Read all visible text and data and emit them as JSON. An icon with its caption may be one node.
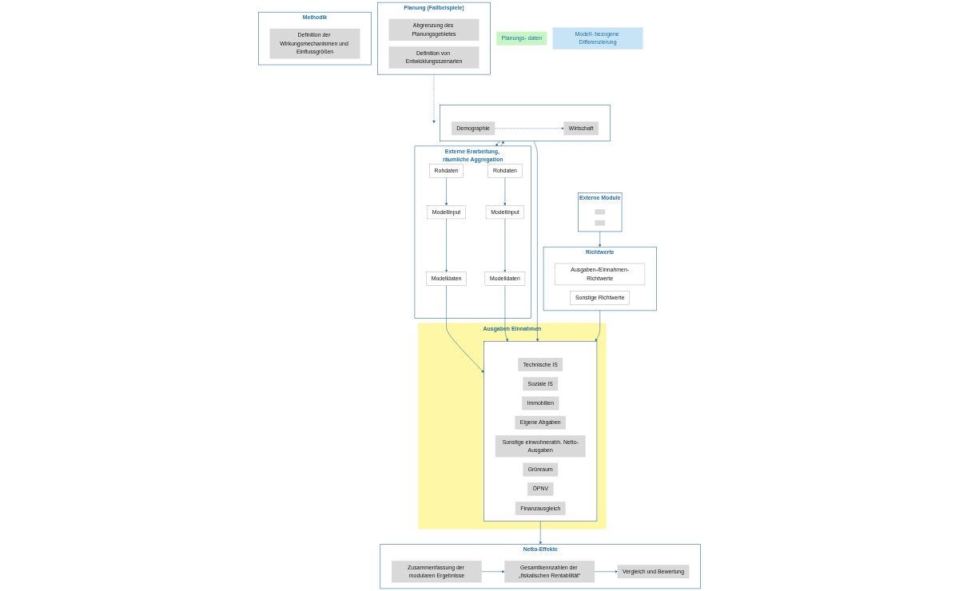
{
  "diagram": {
    "nodes": [
      {
        "text": [
          "Planung (Fallbeispiele)"
        ]
      },
      {
        "text": [
          "Abgrenzung des Planungsgebietes"
        ],
        "in": 0
      },
      {
        "text": [
          "Definition von Entwicklungsszenarien"
        ],
        "in": 0
      },
      {
        "text": [
          "Methodik"
        ]
      },
      {
        "text": [
          "Definition der Wirkungsmechanismen und Einflussgrößen"
        ],
        "in": 3
      },
      {
        "text": [
          "Externe Erarbeitung, räumliche Aggregation"
        ]
      },
      {
        "text": [
          "Rohdaten"
        ],
        "in": 5
      },
      {
        "text": [
          "Rohdaten"
        ],
        "in": 5
      },
      {
        "text": [
          "Planungs- daten"
        ]
      },
      {
        "text": [
          "Modellinput"
        ],
        "in": 5
      },
      {
        "text": [
          "Modellinput"
        ],
        "in": 5
      },
      {
        "text": [
          "Modell- bezogene Differenzierung"
        ]
      },
      {
        "text": [
          "Modelldaten"
        ],
        "in": 5
      },
      {
        "text": [
          "Modelldaten"
        ],
        "in": 5
      },
      {
        "text": [
          "Externe Module"
        ]
      },
      {
        "text": [],
        "shape": "box",
        "in": 14
      },
      {
        "text": [],
        "shape": "box",
        "in": 14
      },
      {
        "text": [],
        "shape": "box"
      },
      {
        "text": [
          "Demographie"
        ],
        "in": 17
      },
      {
        "text": [
          "Wirtschaft"
        ],
        "in": 17
      },
      {
        "text": [
          "Richtwerte"
        ]
      },
      {
        "text": [
          "Ausgaben-/Einnahmen-Richtwerte"
        ],
        "in": 20
      },
      {
        "text": [
          "Sonstige Richtwerte"
        ],
        "in": 20
      },
      {
        "text": [
          "Ausgaben Einnahmen"
        ]
      },
      {
        "text": [],
        "shape": "box",
        "in": 23
      },
      {
        "text": [
          "Technische IS"
        ],
        "in": 24
      },
      {
        "text": [
          "Soziale IS"
        ],
        "in": 24
      },
      {
        "text": [
          "Immobilien"
        ],
        "in": 24
      },
      {
        "text": [
          "Eigene Abgaben"
        ],
        "in": 24
      },
      {
        "text": [
          "Sonstige einwohnerabh. Netto-Ausgaben"
        ],
        "in": 24
      },
      {
        "text": [
          "Grünraum"
        ],
        "in": 24
      },
      {
        "text": [
          "ÖPNV"
        ],
        "in": 24
      },
      {
        "text": [
          "Finanzausgleich"
        ],
        "in": 24
      },
      {
        "text": [
          "Netto-Effekte"
        ]
      },
      {
        "text": [
          "Zusammenfassung der modularen Ergebnisse"
        ],
        "in": 33
      },
      {
        "text": [
          "Gesamtkennzahlen der „fiskalischen Rentabilität“"
        ],
        "in": 33
      },
      {
        "text": [
          "Vergleich und Bewertung"
        ],
        "in": 33
      }
    ],
    "edges": [
      {
        "from": 0,
        "to": 5,
        "arrow": "to",
        "style": "dashed"
      },
      {
        "from": 6,
        "to": 9,
        "arrow": "to"
      },
      {
        "from": 7,
        "to": 10,
        "arrow": "to"
      },
      {
        "from": 9,
        "to": 12,
        "arrow": "to"
      },
      {
        "from": 10,
        "to": 13,
        "arrow": "to"
      },
      {
        "from": 5,
        "to": 17,
        "arrow": "to"
      },
      {
        "from": 17,
        "to": 5,
        "arrow": "to"
      },
      {
        "from": 18,
        "to": 19,
        "arrow": "to",
        "style": "dashed"
      },
      {
        "from": 14,
        "to": 20,
        "arrow": "to"
      },
      {
        "from": 12,
        "to": 24,
        "arrow": "to"
      },
      {
        "from": 13,
        "to": 24,
        "arrow": "to"
      },
      {
        "from": 17,
        "to": 24,
        "arrow": "to"
      },
      {
        "from": 20,
        "to": 24,
        "arrow": "to"
      },
      {
        "from": 24,
        "to": 33,
        "arrow": "to"
      },
      {
        "from": 34,
        "to": 35,
        "arrow": "to"
      },
      {
        "from": 35,
        "to": 36,
        "arrow": "to"
      }
    ]
  }
}
